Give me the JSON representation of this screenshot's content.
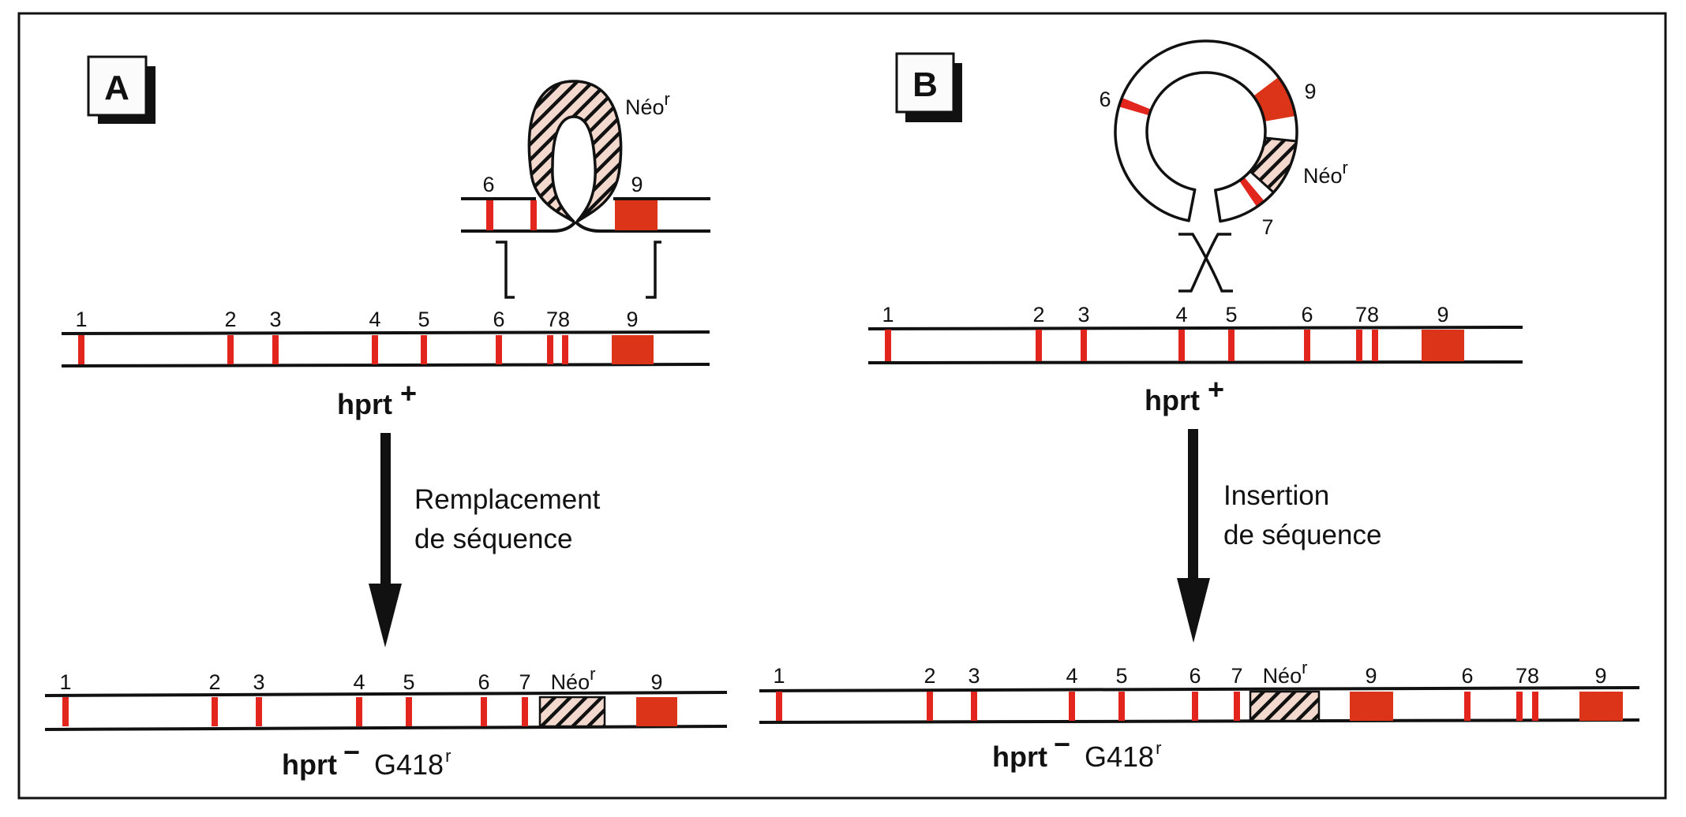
{
  "colors": {
    "exon_red": "#e2261d",
    "exon9_red": "#dc3418",
    "neo_fill": "#f3d9cd",
    "ink": "#111111",
    "paper": "#ffffff"
  },
  "panels": [
    {
      "id": "A",
      "letter": "A",
      "vector": {
        "exon_labels": [
          "6",
          "9"
        ],
        "neo_label": "Néo",
        "neo_sup": "r",
        "shape": "omega-loop"
      },
      "wildtype": {
        "exons": [
          "1",
          "2",
          "3",
          "4",
          "5",
          "6",
          "7",
          "8",
          "9"
        ],
        "exon_label_text": [
          "1",
          "2",
          "3",
          "4",
          "5",
          "6",
          "78",
          "9"
        ],
        "genotype": "hprt",
        "genotype_sup": "+"
      },
      "process": {
        "line1": "Remplacement",
        "line2": "de séquence",
        "arrow": "down-arrow"
      },
      "result": {
        "elements": [
          "1",
          "2",
          "3",
          "4",
          "5",
          "6",
          "7",
          "Néo",
          "9"
        ],
        "labels": [
          "1",
          "2",
          "3",
          "4",
          "5",
          "6",
          "7",
          "Néo",
          "9"
        ],
        "neo_sup": "r",
        "genotype": "hprt",
        "genotype_sup": "−",
        "phenotype": "G418",
        "phenotype_sup": "r"
      }
    },
    {
      "id": "B",
      "letter": "B",
      "vector": {
        "exon_labels": [
          "6",
          "9",
          "7"
        ],
        "neo_label": "Néo",
        "neo_sup": "r",
        "shape": "gapped-circle",
        "crossover": "X"
      },
      "wildtype": {
        "exons": [
          "1",
          "2",
          "3",
          "4",
          "5",
          "6",
          "7",
          "8",
          "9"
        ],
        "exon_label_text": [
          "1",
          "2",
          "3",
          "4",
          "5",
          "6",
          "78",
          "9"
        ],
        "genotype": "hprt",
        "genotype_sup": "+"
      },
      "process": {
        "line1": "Insertion",
        "line2": "de séquence",
        "arrow": "down-arrow"
      },
      "result": {
        "elements": [
          "1",
          "2",
          "3",
          "4",
          "5",
          "6",
          "7",
          "Néo",
          "9",
          "6",
          "7",
          "8",
          "9"
        ],
        "labels": [
          "1",
          "2",
          "3",
          "4",
          "5",
          "6",
          "7",
          "Néo",
          "9",
          "6",
          "78",
          "9"
        ],
        "neo_sup": "r",
        "genotype": "hprt",
        "genotype_sup": "−",
        "phenotype": "G418",
        "phenotype_sup": "r"
      }
    }
  ]
}
